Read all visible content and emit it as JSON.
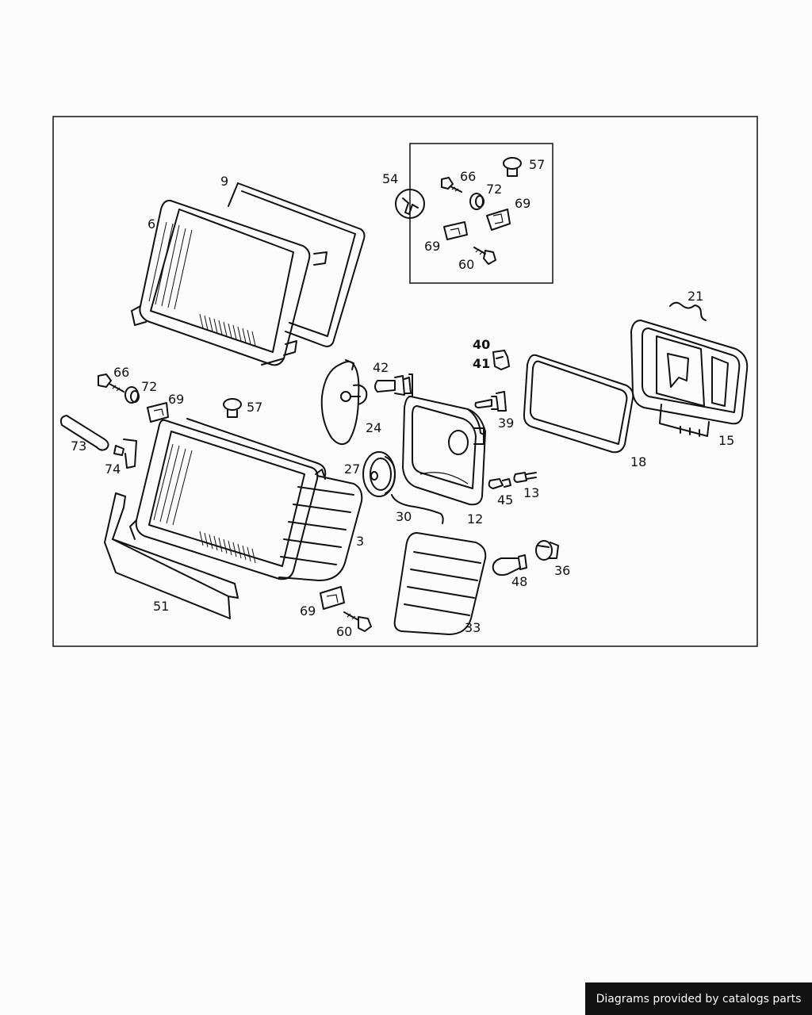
{
  "diagram": {
    "callouts": [
      {
        "key": "n9",
        "text": "9"
      },
      {
        "key": "n6",
        "text": "6"
      },
      {
        "key": "n54",
        "text": "54"
      },
      {
        "key": "n66a",
        "text": "66"
      },
      {
        "key": "n57a",
        "text": "57"
      },
      {
        "key": "n72a",
        "text": "72"
      },
      {
        "key": "n69a",
        "text": "69"
      },
      {
        "key": "n69b",
        "text": "69"
      },
      {
        "key": "n60a",
        "text": "60"
      },
      {
        "key": "n21",
        "text": "21"
      },
      {
        "key": "n40",
        "text": "40"
      },
      {
        "key": "n41",
        "text": "41"
      },
      {
        "key": "n42",
        "text": "42"
      },
      {
        "key": "n66b",
        "text": "66"
      },
      {
        "key": "n72b",
        "text": "72"
      },
      {
        "key": "n69c",
        "text": "69"
      },
      {
        "key": "n57b",
        "text": "57"
      },
      {
        "key": "n73",
        "text": "73"
      },
      {
        "key": "n74",
        "text": "74"
      },
      {
        "key": "n24",
        "text": "24"
      },
      {
        "key": "n39",
        "text": "39"
      },
      {
        "key": "n18",
        "text": "18"
      },
      {
        "key": "n15",
        "text": "15"
      },
      {
        "key": "n27",
        "text": "27"
      },
      {
        "key": "n45",
        "text": "45"
      },
      {
        "key": "n13",
        "text": "13"
      },
      {
        "key": "n30",
        "text": "30"
      },
      {
        "key": "n12",
        "text": "12"
      },
      {
        "key": "n3",
        "text": "3"
      },
      {
        "key": "n48",
        "text": "48"
      },
      {
        "key": "n36",
        "text": "36"
      },
      {
        "key": "n51",
        "text": "51"
      },
      {
        "key": "n69d",
        "text": "69"
      },
      {
        "key": "n60b",
        "text": "60"
      },
      {
        "key": "n33",
        "text": "33"
      }
    ]
  },
  "footer": {
    "text": "Diagrams provided by catalogs parts"
  }
}
